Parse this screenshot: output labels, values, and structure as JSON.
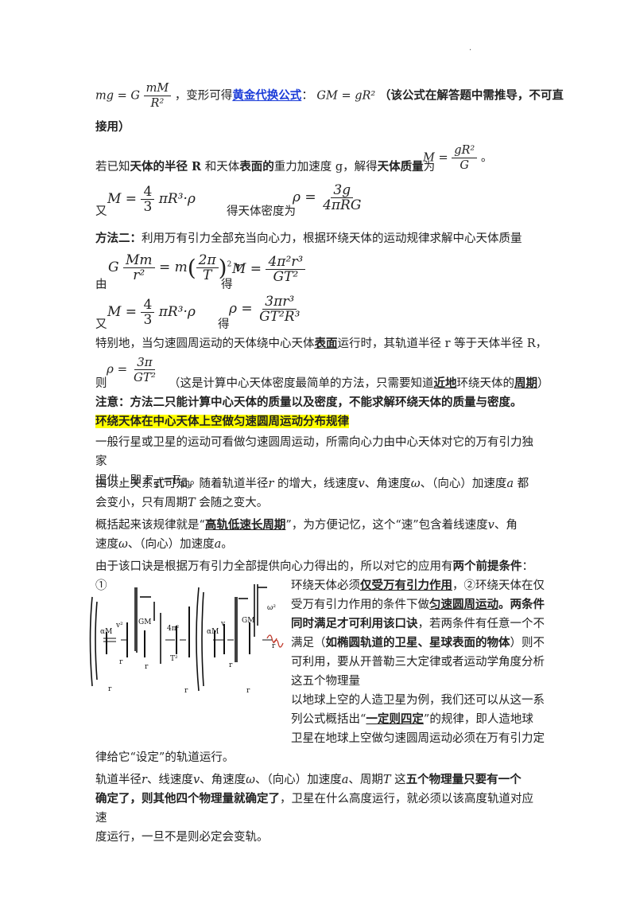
{
  "corner_mark": "·",
  "line1": {
    "formula_lhs": "mg = G",
    "frac_num": "mM",
    "frac_den": "R²",
    "text_a": "，变形可得",
    "link": "黄金代换公式",
    "colon": "：",
    "formula": "GM = gR²",
    "note": "（该公式在解答题中需推导，不可直",
    "note_end": "接用）"
  },
  "line2": {
    "text_a": "若已知",
    "bold_a": "天体的半径 R",
    "text_b": " 和天体",
    "bold_b": "表面的",
    "text_c": "重力加速度 g，解得",
    "bold_c": "天体质量",
    "text_d": "为",
    "formula_lhs": "M =",
    "frac_num": "gR²",
    "frac_den": "G",
    "end": "。"
  },
  "line3": {
    "prefix": "又",
    "formula_a": "M = ",
    "frac_a_num": "4",
    "frac_a_den": "3",
    "formula_a_tail": "πR³·ρ",
    "text": "得天体密度为",
    "formula_b": "ρ =",
    "frac_b_num": "3g",
    "frac_b_den": "4πRG"
  },
  "method2": {
    "label": "方法二：",
    "text": "利用万有引力全部充当向心力，根据环绕天体的运动规律求解中心天体质量"
  },
  "line5": {
    "prefix": "由",
    "formula_g": "G",
    "frac_num": "Mm",
    "frac_den": "r²",
    "eq": "= m",
    "paren_num": "2π",
    "paren_den": "T",
    "tail": "r",
    "get": "得",
    "m_eq": "M =",
    "frac2_num": "4π²r³",
    "frac2_den": "GT²"
  },
  "line6": {
    "prefix": "又",
    "formula_a": "M = ",
    "frac_a_num": "4",
    "frac_a_den": "3",
    "formula_a_tail": "πR³·ρ",
    "get": "得",
    "formula_b": "ρ =",
    "frac_b_num": "3πr³",
    "frac_b_den": "GT²R³"
  },
  "line7": {
    "text_a": "特别地，当匀速圆周运动的天体绕中心天体",
    "bold": "表面",
    "text_b": "运行时，其轨道半径 r 等于天体半径 R，"
  },
  "line8": {
    "prefix": "则",
    "formula": "ρ =",
    "frac_num": "3π",
    "frac_den": "GT²",
    "text_a": "（这是计算中心天体密度最简单的方法，只需要知道",
    "bold_a": "近地",
    "text_b": "环绕天体的",
    "bold_b": "周期",
    "text_c": "）"
  },
  "note_line": "注意：方法二只能计算中心天体的质量以及密度，不能求解环绕天体的质量与密度。",
  "heading": "环绕天体在中心天体上空做匀速圆周运动分布规律",
  "p1": {
    "line_a": "一般行星或卫星的运动可看做匀速圆周运动，所需向心力由中心天体对它的万有引力独家",
    "line_b_pre": "提供，即 F",
    "sub_a": "引",
    "mid": "=F",
    "sub_b": "向",
    "end": "。"
  },
  "p2": {
    "a": "由以上关系式可知，随着轨道半径",
    "r": "r",
    "b": " 的增大，线速度",
    "v": "v",
    "c": "、角速度",
    "w": "ω",
    "d": "、（向心）加速度",
    "acc": "a",
    "e": " 都",
    "line2_a": "会变小，只有周期",
    "T": "T",
    "line2_b": " 会随之变大。"
  },
  "p3": {
    "a": "概括起来该规律就是“",
    "bold": "高轨低速长周期",
    "b": "”，为方便记忆，这个“速”包含着线速度",
    "v": "v",
    "c": "、角",
    "line2_a": "速度",
    "w": "ω",
    "line2_b": "、（向心）加速度",
    "acc": "a",
    "line2_c": "。"
  },
  "p4": {
    "a": "由于该口诀是根据万有引力全部提供向心力得出的，所以对它的应用有",
    "bold": "两个前提条件",
    "b": "：①"
  },
  "side": {
    "l1_a": "环绕天体必须",
    "l1_b": "仅受万有引力作用",
    "l1_c": "，②环绕天体在仅",
    "l2_a": "受万有引力作用的条件下做",
    "l2_b": "匀速圆周运动",
    "l2_c": "。两条件",
    "l3_a": "同时满足才可利用该口诀",
    "l3_b": "，若两条件有任意一个不",
    "l4_a": "满足（",
    "l4_b": "如椭圆轨道的卫星、星球表面的物体",
    "l4_c": "）则不",
    "l5": "可利用，要从开普勒三大定律或者运动学角度分析",
    "l6": "这五个物理量",
    "l7": "以地球上空的人造卫星为例，我们还可以从这一系",
    "l8_a": "列公式概括出“",
    "l8_b": "一定则四定",
    "l8_c": "”的规律，即人造地球",
    "l9": "卫星在地球上空做匀速圆周运动必须在万有引力定"
  },
  "p5": "律给它“设定”的轨道运行。",
  "p6": {
    "a": "轨道半径",
    "r": "r",
    "b": "、线速度",
    "v": "v",
    "c": "、角速度",
    "w": "ω",
    "d": "、（向心）加速度",
    "acc": "a",
    "e": "、周期",
    "T": "T",
    "f": " 这",
    "bold1": "五个物理量只要有一个",
    "line2_bold": "确定了，则其他四个物理量就确定了",
    "line2_b": "，卫星在什么高度运行，就必须以该高度轨道对应速",
    "line3": "度运行，一旦不是则必定会变轨。"
  },
  "colors": {
    "link": "#1a3bd8",
    "highlight": "#ffff00",
    "glitch_red": "#c0392b"
  }
}
